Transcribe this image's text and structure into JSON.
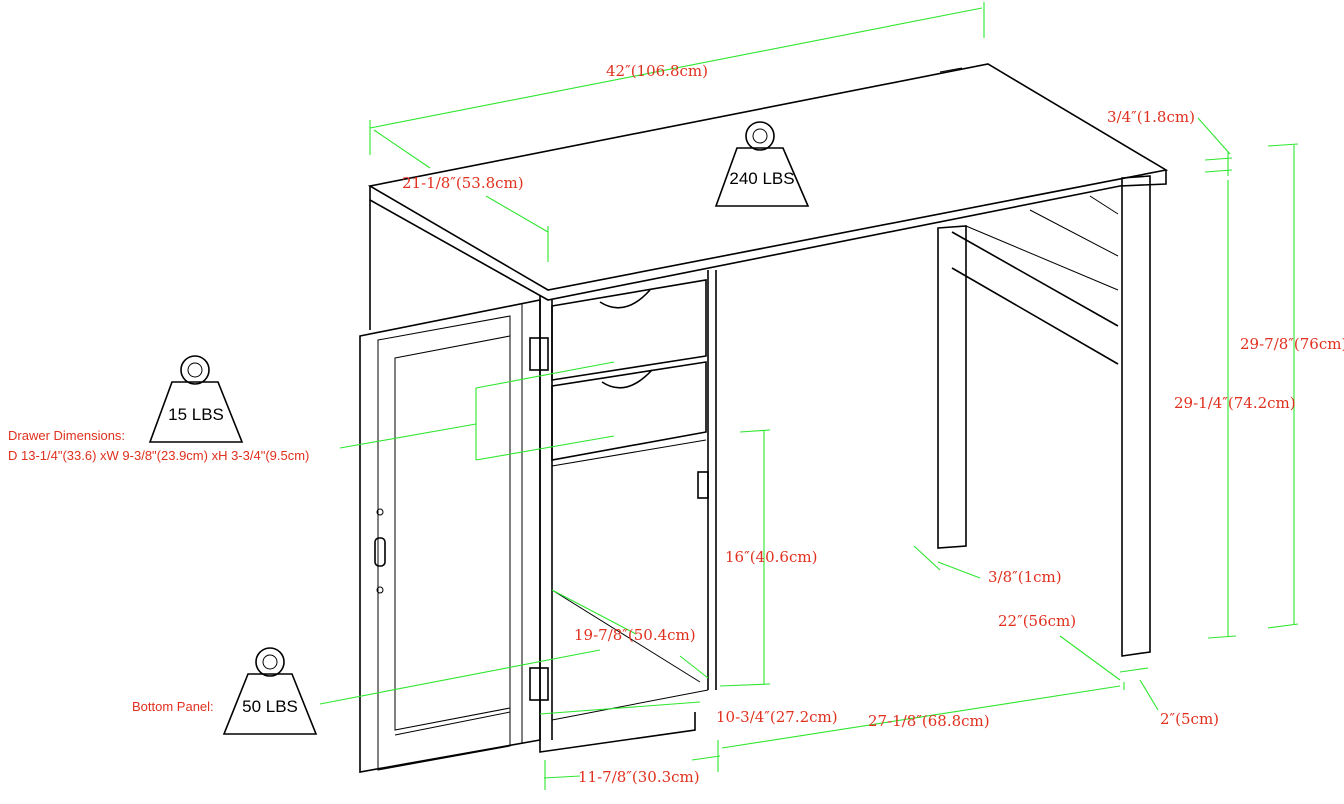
{
  "dimensions": {
    "width": "42″(106.8cm)",
    "depth_top": "21-1/8″(53.8cm)",
    "top_thickness": "3/4″(1.8cm)",
    "overall_height": "29-7/8″(76cm)",
    "inner_height": "29-1/4″(74.2cm)",
    "cabinet_height": "16″(40.6cm)",
    "leg_thickness": "3/8″(1cm)",
    "leg_depth": "22″(56cm)",
    "cabinet_depth": "19-7/8″(50.4cm)",
    "base_height": "10-3/4″(27.2cm)",
    "leg_span": "27-1/8″(68.8cm)",
    "leg_width": "2″(5cm)",
    "cabinet_width": "11-7/8″(30.3cm)"
  },
  "weights": {
    "top": "240 LBS",
    "drawer": "15 LBS",
    "bottom": "50 LBS"
  },
  "notes": {
    "drawer_label": "Drawer Dimensions:",
    "drawer_detail": "D 13-1/4\"(33.6) xW 9-3/8\"(23.9cm) xH 3-3/4\"(9.5cm)",
    "bottom_label": "Bottom Panel:"
  },
  "colors": {
    "dimension_text": "#e0301e",
    "dimension_line": "#2ee62e",
    "note_text": "#e0301e",
    "outline": "#000000"
  }
}
